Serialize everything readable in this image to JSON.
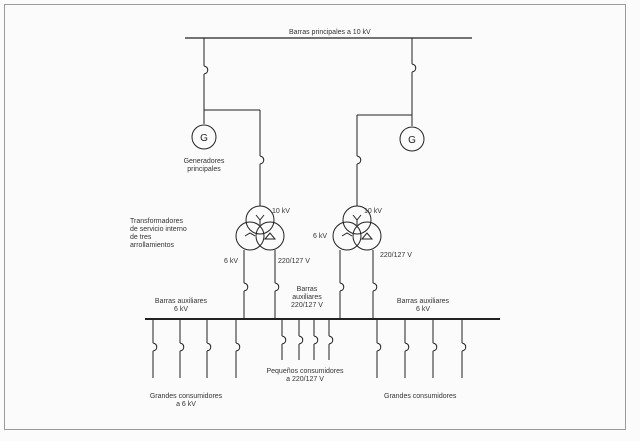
{
  "labels": {
    "main_bus": "Barras principales a 10 kV",
    "generators": [
      "Generadores",
      "principales"
    ],
    "transformers": [
      "Transformadores",
      "de servicio interno",
      "de tres",
      "arrollamientos"
    ],
    "left_hv": "10 kV",
    "right_hv": "10 kV",
    "left_6kv": "6 kV",
    "right_6kv": "6 kV",
    "left_lv": "220/127 V",
    "right_lv": "220/127 V",
    "aux_left": [
      "Barras auxiliares",
      "6 kV"
    ],
    "aux_center": [
      "Barras",
      "auxiliares",
      "220/127 V"
    ],
    "aux_right": [
      "Barras auxiliares",
      "6 kV"
    ],
    "small_consumers": [
      "Pequeños consumidores",
      "a 220/127 V"
    ],
    "large_left": [
      "Grandes consumidores",
      "a 6 kV"
    ],
    "large_right": "Grandes consumidores"
  },
  "generator_symbol": "G"
}
